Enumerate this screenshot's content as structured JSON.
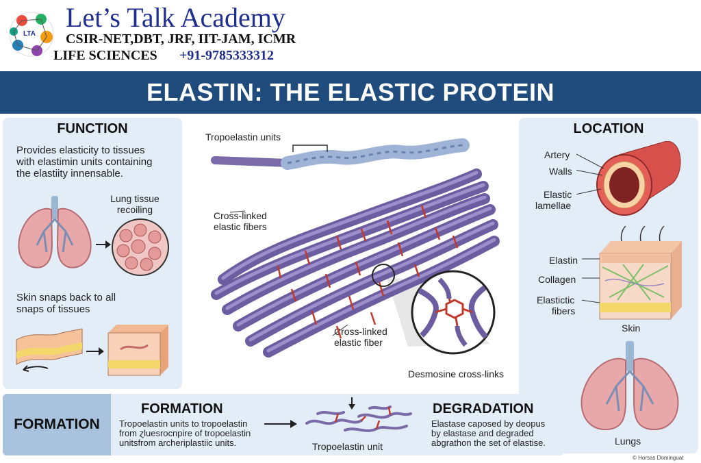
{
  "header": {
    "academy_name": "Let’s Talk Academy",
    "exams": "CSIR-NET,DBT, JRF, IIT-JAM, ICMR",
    "subject": "LIFE SCIENCES",
    "phone": "+91-9785333312",
    "logo_text": "LTA"
  },
  "banner": {
    "title": "ELASTIN: THE ELASTIC PROTEIN"
  },
  "function_panel": {
    "title": "FUNCTION",
    "description_lines": [
      "Provides elasticity to tissues",
      "with elastimin units containing",
      "the elastiity innensable."
    ],
    "lung_label_lines": [
      "Lung tissue",
      "recoiling"
    ],
    "skin_label_lines": [
      "Skin snaps back to all",
      "snaps of tissues"
    ]
  },
  "center": {
    "tropoelastin_label": "Tropoelastin units",
    "crosslinked_fibers_lines": [
      "Cross-linked",
      "elastic fibers"
    ],
    "crosslinked_fiber_lines": [
      "Cross-linked",
      "elastic fiber"
    ],
    "desmosine_label": "Desmosine cross-links"
  },
  "location_panel": {
    "title": "LOCATION",
    "artery_labels": [
      "Artery",
      "Walls"
    ],
    "lamellae_lines": [
      "Elastic",
      "lamellae"
    ],
    "skin_labels": [
      "Elastin",
      "Collagen"
    ],
    "fibers_lines": [
      "Elastictic",
      "fibers"
    ],
    "skin_caption": "Skin",
    "lungs_caption": "Lungs"
  },
  "bottom": {
    "box_label": "FORMATION",
    "formation_title": "FORMATION",
    "formation_lines": [
      "Tropoelastin units to tropoelastin",
      "from ɀluesrocnpire of tropoelastin",
      "unitsfrom archeriplastiic units."
    ],
    "unit_label": "Tropoelastin unit",
    "degradation_title": "DEGRADATION",
    "degradation_lines": [
      "Elastase caposed by deopus",
      "by elastase and degraded",
      "abgrathon the set of elastise."
    ]
  },
  "credit": "© Horsas Dominguat",
  "colors": {
    "banner": "#1f4c7c",
    "panel": "#e3edf7",
    "fiber": "#7a6aa8",
    "crosslink": "#c0392b",
    "header_blue": "#1f2f8f"
  }
}
